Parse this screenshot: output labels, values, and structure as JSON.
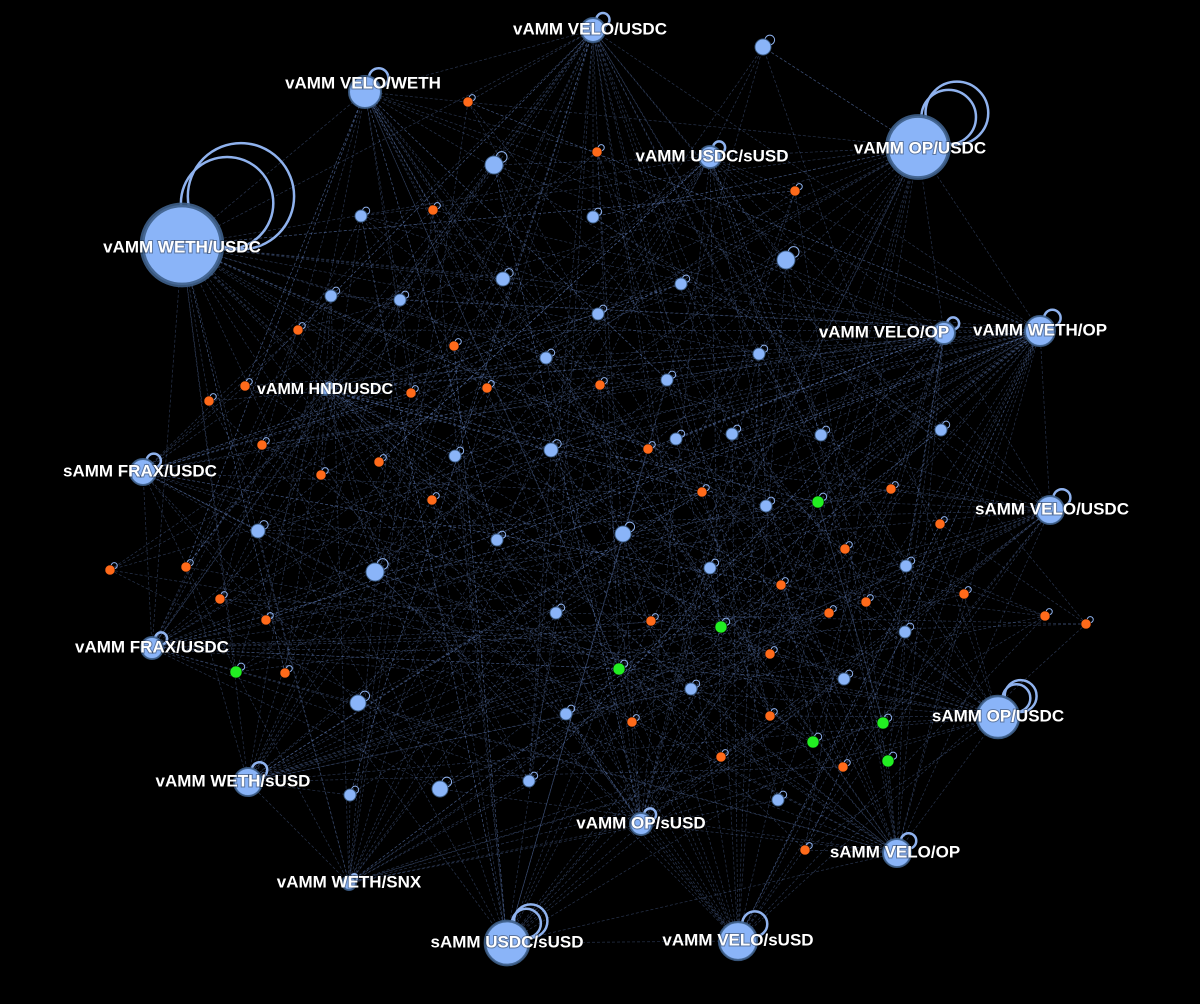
{
  "colors": {
    "background": "#000000",
    "pool": "#8ab4f8",
    "pool_stroke": "#3e5f8a",
    "orange": "#ff6a1a",
    "green": "#22ee22",
    "edge": "#5f7bb8"
  },
  "labeled_pools": [
    {
      "id": "vamm-velo-usdc",
      "label": "vAMM VELO/USDC"
    },
    {
      "id": "vamm-velo-weth",
      "label": "vAMM VELO/WETH"
    },
    {
      "id": "vamm-usdc-susd",
      "label": "vAMM USDC/sUSD"
    },
    {
      "id": "vamm-op-usdc",
      "label": "vAMM OP/USDC"
    },
    {
      "id": "vamm-weth-usdc",
      "label": "vAMM WETH/USDC"
    },
    {
      "id": "vamm-velo-op",
      "label": "vAMM VELO/OP"
    },
    {
      "id": "vamm-weth-op",
      "label": "vAMM WETH/OP"
    },
    {
      "id": "vamm-hnd-usdc",
      "label": "vAMM HND/USDC"
    },
    {
      "id": "samm-frax-usdc",
      "label": "sAMM FRAX/USDC"
    },
    {
      "id": "samm-velo-usdc",
      "label": "sAMM VELO/USDC"
    },
    {
      "id": "vamm-frax-usdc",
      "label": "vAMM FRAX/USDC"
    },
    {
      "id": "samm-op-usdc",
      "label": "sAMM OP/USDC"
    },
    {
      "id": "vamm-weth-susd",
      "label": "vAMM WETH/sUSD"
    },
    {
      "id": "vamm-op-susd",
      "label": "vAMM OP/sUSD"
    },
    {
      "id": "samm-velo-op",
      "label": "sAMM VELO/OP"
    },
    {
      "id": "vamm-weth-snx",
      "label": "vAMM WETH/SNX"
    },
    {
      "id": "samm-usdc-susd",
      "label": "sAMM USDC/sUSD"
    },
    {
      "id": "vamm-velo-susd",
      "label": "vAMM VELO/sUSD"
    }
  ]
}
